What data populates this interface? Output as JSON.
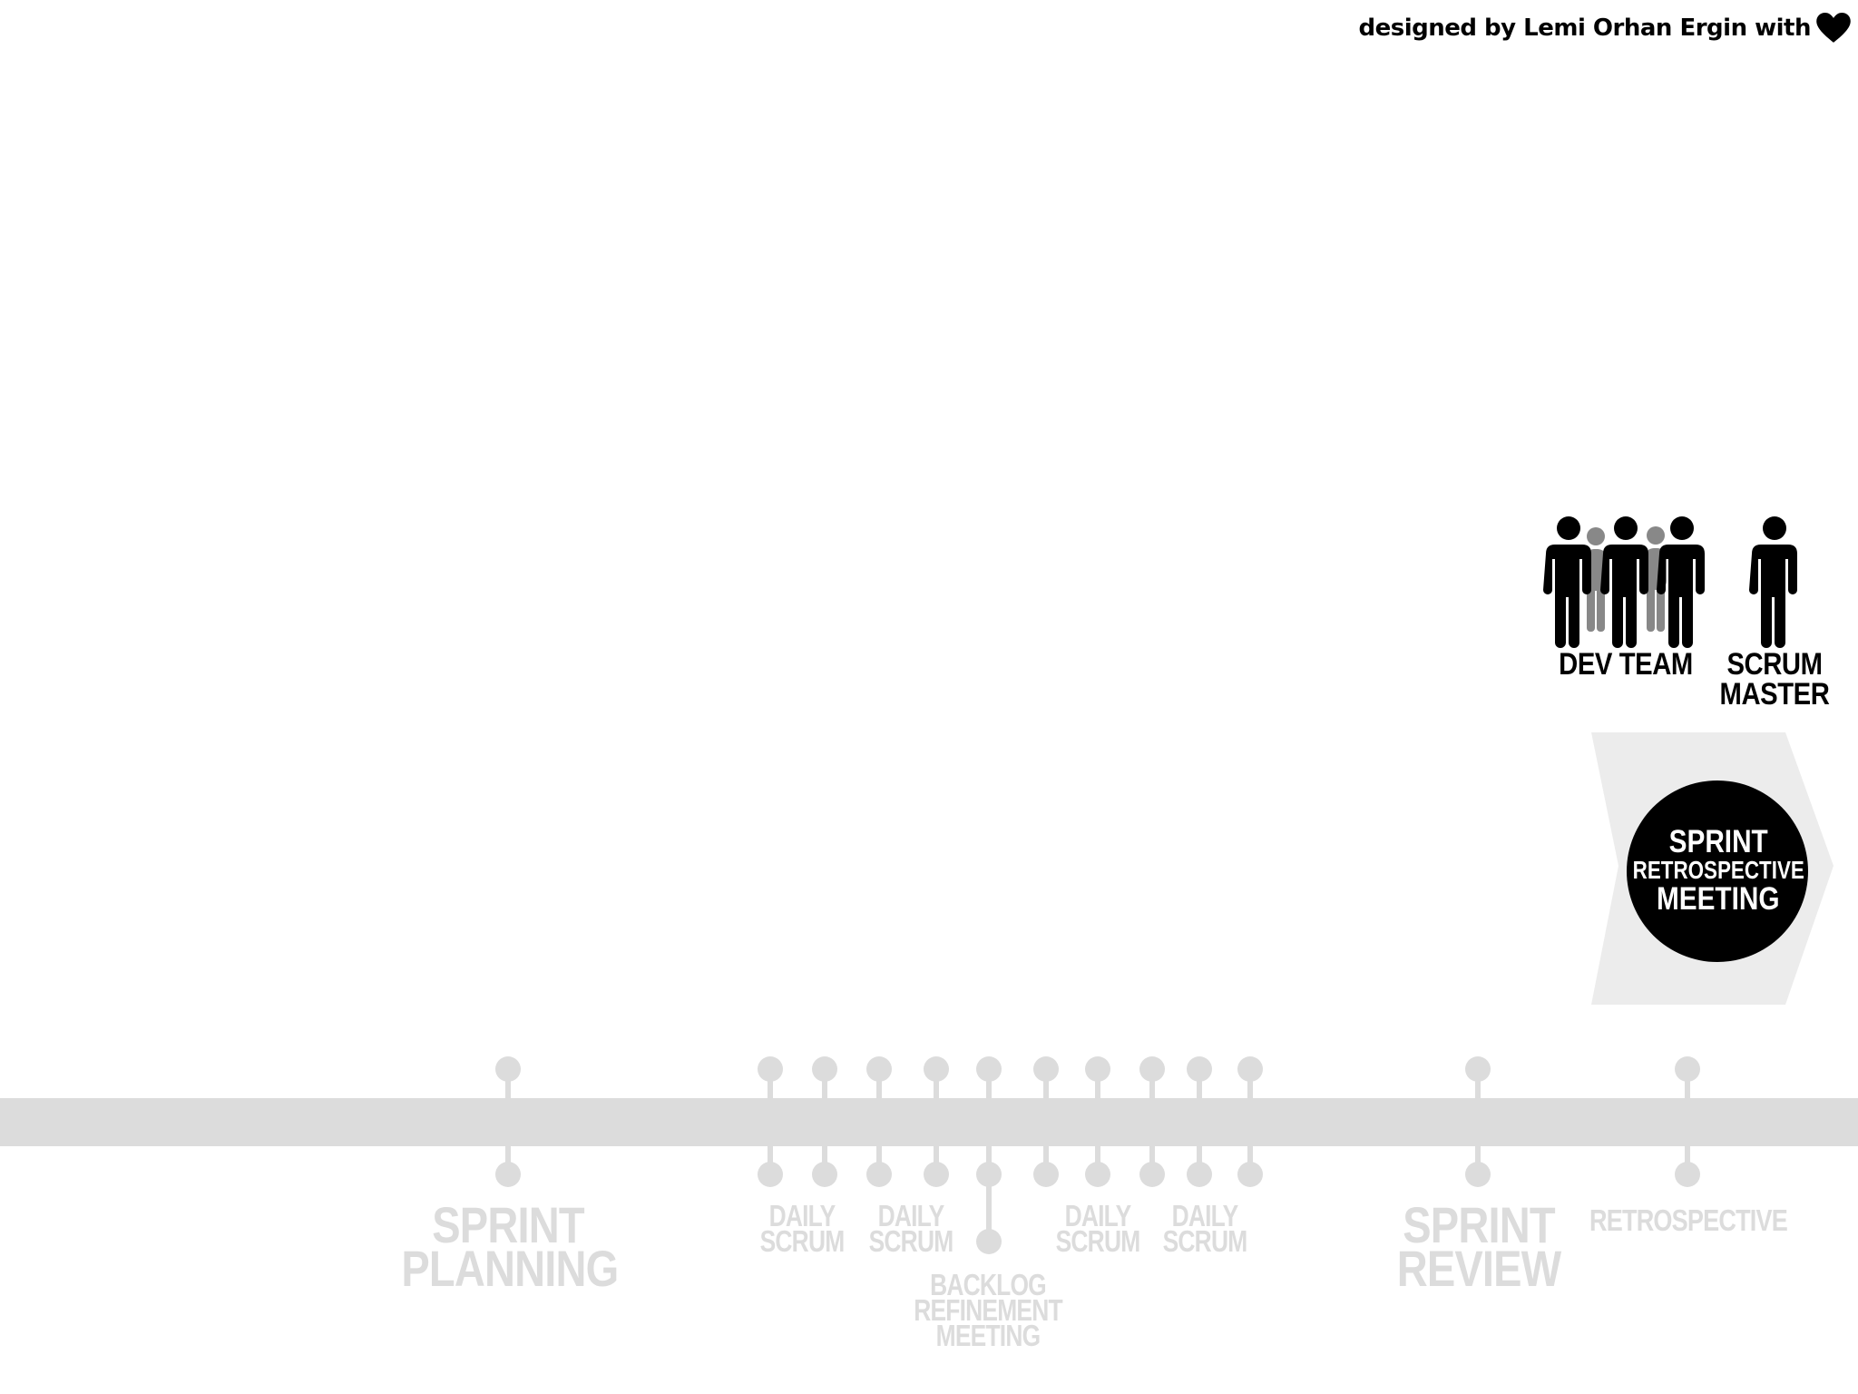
{
  "credit": {
    "text": "designed by Lemi Orhan Ergin with",
    "icon": "heart-icon"
  },
  "roles": {
    "dev_team": "DEV TEAM",
    "scrum_master_line1": "SCRUM",
    "scrum_master_line2": "MASTER"
  },
  "meeting": {
    "line1": "SPRINT",
    "line2": "RETROSPECTIVE",
    "line3": "MEETING"
  },
  "timeline": {
    "sprint_planning_line1": "SPRINT",
    "sprint_planning_line2": "PLANNING",
    "daily_scrum_1_line1": "DAILY",
    "daily_scrum_1_line2": "SCRUM",
    "daily_scrum_2_line1": "DAILY",
    "daily_scrum_2_line2": "SCRUM",
    "backlog_line1": "BACKLOG",
    "backlog_line2": "REFINEMENT",
    "backlog_line3": "MEETING",
    "daily_scrum_3_line1": "DAILY",
    "daily_scrum_3_line2": "SCRUM",
    "daily_scrum_4_line1": "DAILY",
    "daily_scrum_4_line2": "SCRUM",
    "sprint_review_line1": "SPRINT",
    "sprint_review_line2": "REVIEW",
    "retrospective": "RETROSPECTIVE"
  },
  "colors": {
    "timeline": "#dcdcdc",
    "highlight_bg": "#ececec",
    "circle": "#000000",
    "background": "#ffffff"
  }
}
